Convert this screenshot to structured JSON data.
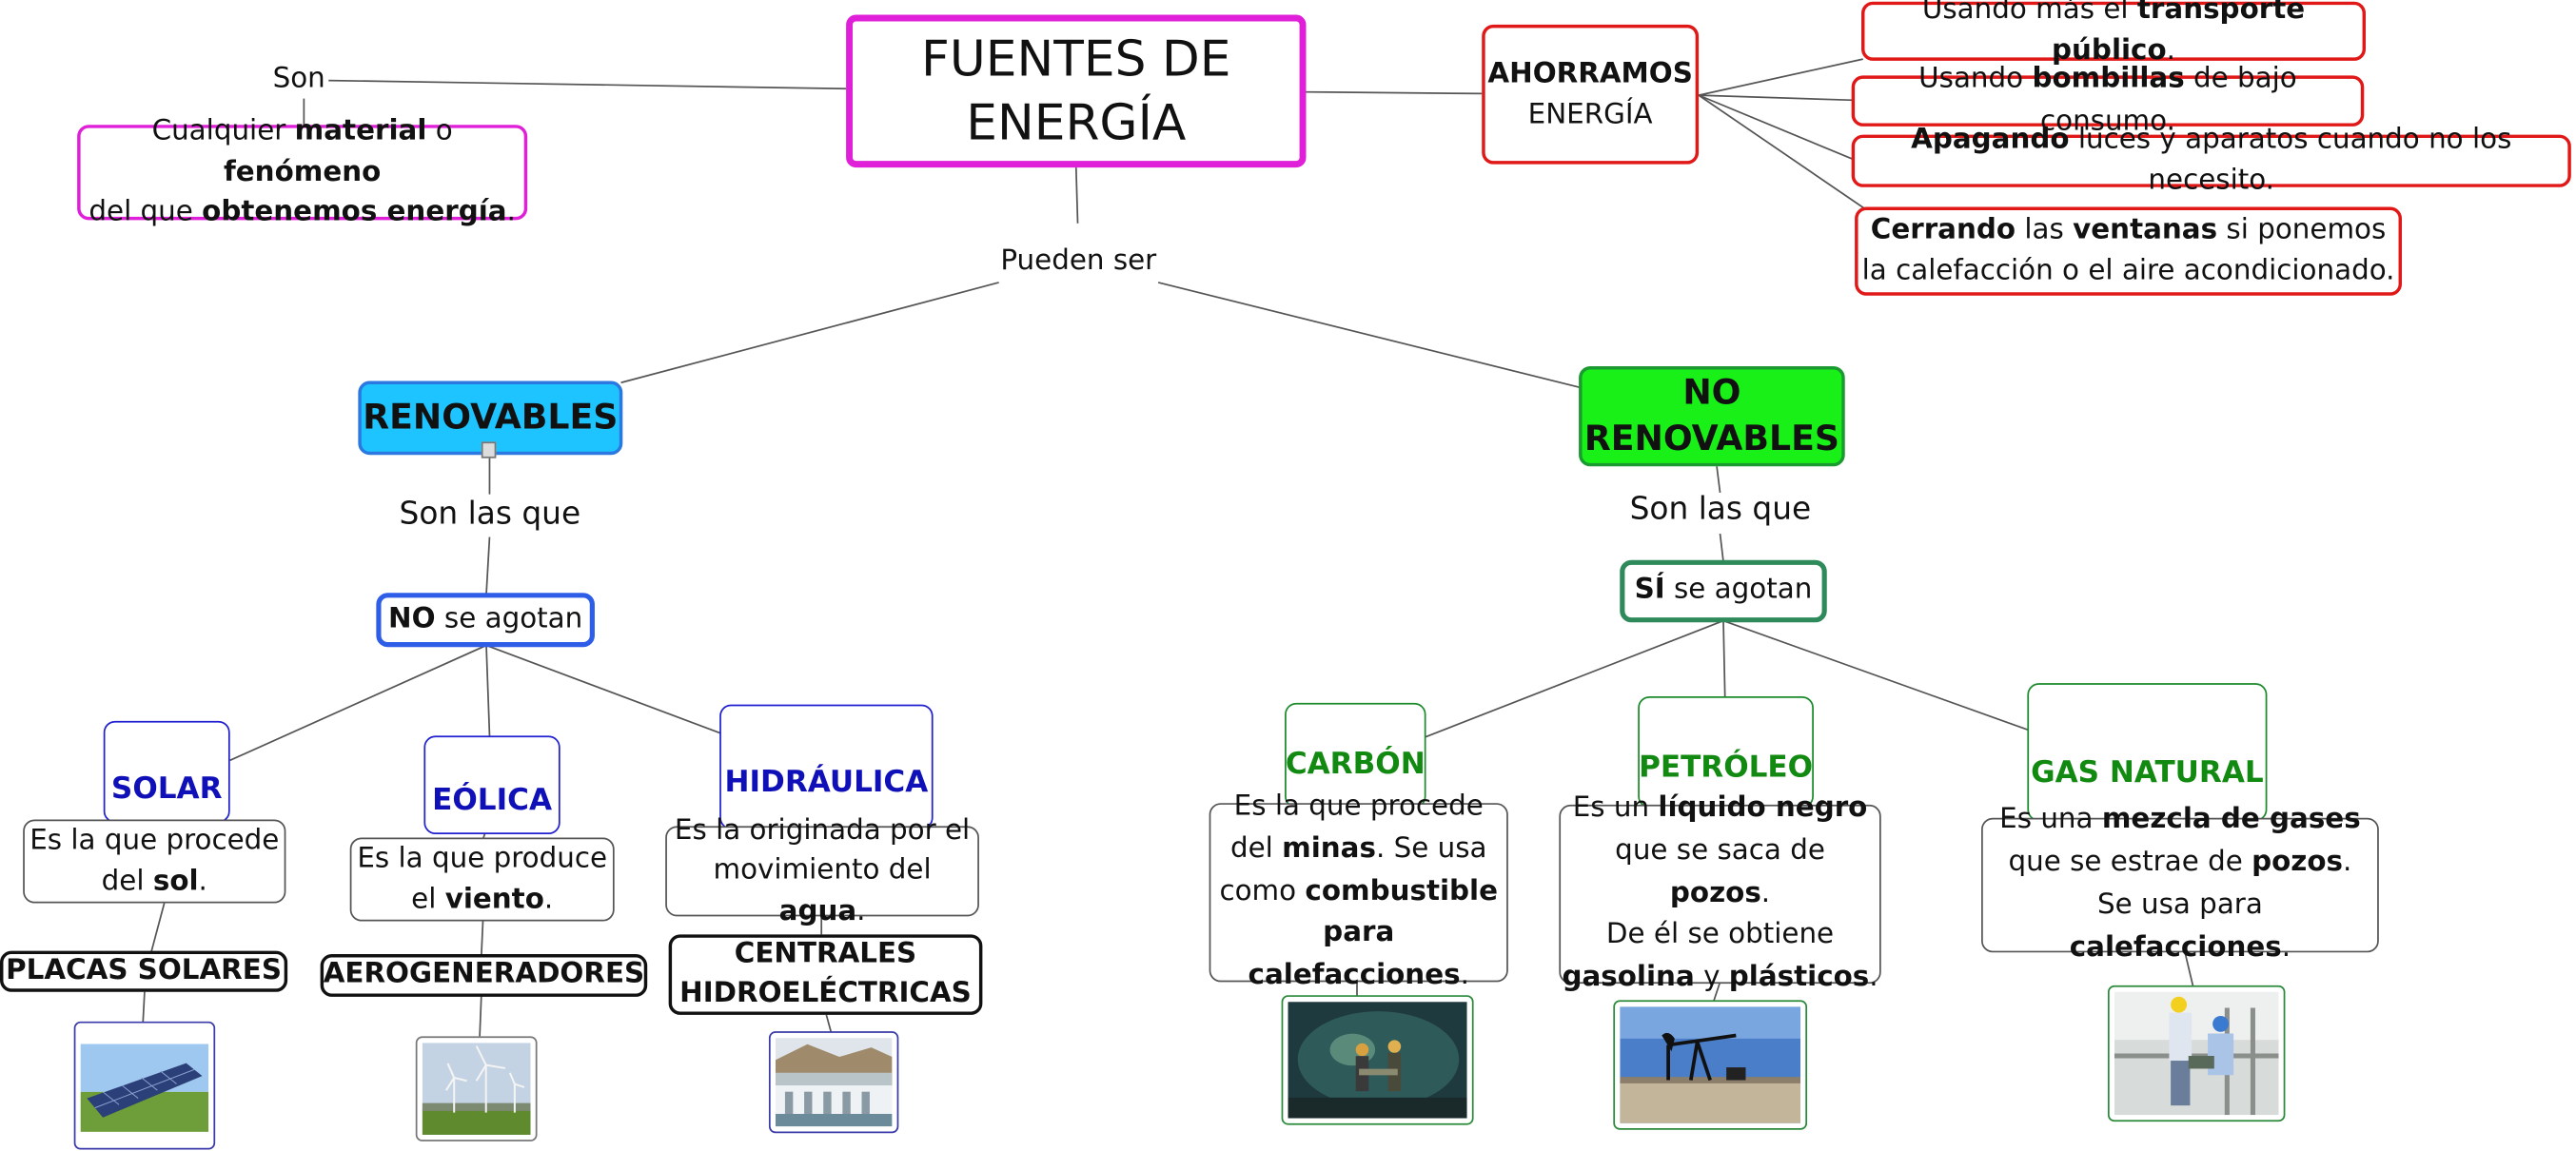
{
  "main": {
    "line1": "FUENTES DE",
    "line2": "ENERGÍA"
  },
  "son": {
    "label": "Son",
    "def_a": "Cualquier ",
    "def_b": "material",
    "def_c": " o ",
    "def_d": "fenómeno",
    "def_e": "del que ",
    "def_f": "obtenemos energía",
    "def_g": "."
  },
  "ahorro": {
    "title_a": "AHORRAMOS",
    "title_b": "ENERGÍA",
    "i1_a": "Usando más el ",
    "i1_b": "transporte público",
    "i1_c": ".",
    "i2_a": "Usando ",
    "i2_b": "bombillas",
    "i2_c": " de bajo consumo.",
    "i3_a": "Apagando",
    "i3_b": " luces y aparatos cuando no los necesito.",
    "i4_a": "Cerrando",
    "i4_b": " las ",
    "i4_c": "ventanas",
    "i4_d": " si ponemos",
    "i4_e": "la calefacción o el aire acondicionado."
  },
  "pueden": "Pueden ser",
  "renovables": {
    "title": "RENOVABLES",
    "link": "Son las que",
    "agotan_a": "NO",
    "agotan_b": " se agotan",
    "solar": {
      "title": "SOLAR",
      "d1": "Es la que procede",
      "d2": "del ",
      "d3": "sol",
      "d4": ".",
      "cap": "PLACAS SOLARES"
    },
    "eolica": {
      "title": "EÓLICA",
      "d1": "Es la que produce",
      "d2": "el ",
      "d3": "viento",
      "d4": ".",
      "cap": "AEROGENERADORES"
    },
    "hidraulica": {
      "title": "HIDRÁULICA",
      "d1": "Es la originada por el",
      "d2": "movimiento del ",
      "d3": "agua",
      "d4": ".",
      "cap1": "CENTRALES",
      "cap2": "HIDROELÉCTRICAS"
    }
  },
  "no_renovables": {
    "title1": "NO",
    "title2": "RENOVABLES",
    "link": "Son las que",
    "agotan_a": "SÍ",
    "agotan_b": " se agotan",
    "carbon": {
      "title": "CARBÓN",
      "d1": "Es la que procede",
      "d2a": "del ",
      "d2b": "minas",
      "d2c": ". Se usa",
      "d3a": "como ",
      "d3b": "combustible",
      "d4": "para calefacciones",
      "d4c": "."
    },
    "petroleo": {
      "title": "PETRÓLEO",
      "d1a": "Es un ",
      "d1b": "líquido negro",
      "d2a": "que se saca de ",
      "d2b": "pozos",
      "d2c": ".",
      "d3": "De él se obtiene",
      "d4a": "gasolina",
      "d4b": " y ",
      "d4c": "plásticos",
      "d4d": "."
    },
    "gas": {
      "title": "GAS NATURAL",
      "d1a": "Es una ",
      "d1b": "mezcla de gases",
      "d2a": "que se estrae de ",
      "d2b": "pozos",
      "d2c": ".",
      "d3a": "Se usa para ",
      "d3b": "calefacciones",
      "d3c": "."
    }
  },
  "colors": {
    "main_border": "#e020d8",
    "red_border": "#e01818",
    "renovables_fill": "#1ec4ff",
    "no_renovables_fill": "#18f018",
    "blue_text": "#1010b8",
    "green_text": "#128a12"
  }
}
